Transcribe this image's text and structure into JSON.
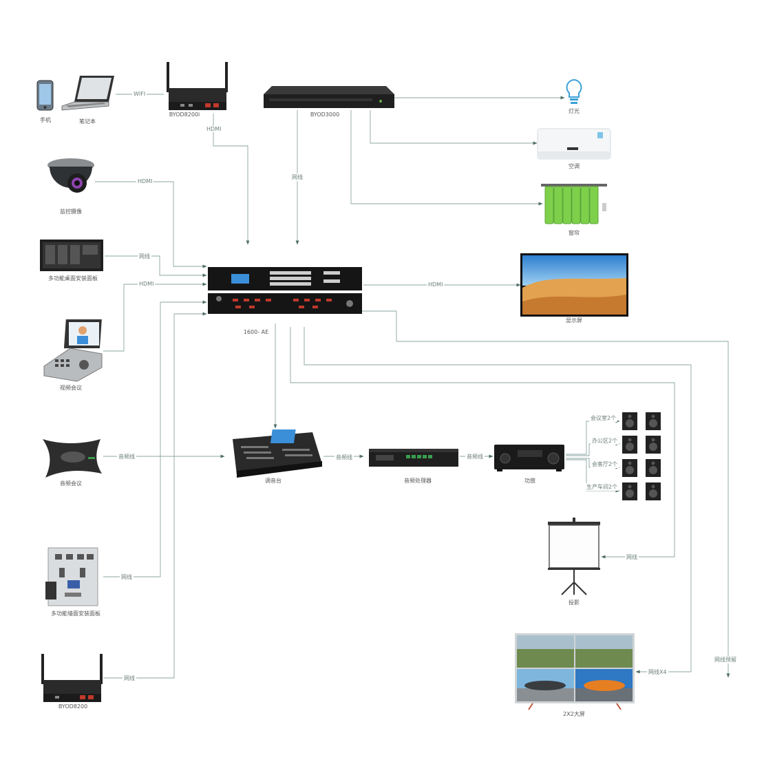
{
  "devices": {
    "phone": "手机",
    "laptop": "笔记本",
    "byod8200i": "BYOD8200i",
    "byod3000": "BYOD3000",
    "light": "灯光",
    "aircon": "空调",
    "curtain": "窗帘",
    "camera": "监控摄像",
    "desk_panel": "多功能桌面安装面板",
    "video_conf": "视频会议",
    "matrix": "1600- AE",
    "display": "显示屏",
    "audio_conf": "音频会议",
    "mixer": "调音台",
    "processor": "音频处理器",
    "amplifier": "功放",
    "wall_panel": "多功能墙面安装面板",
    "screen": "投影",
    "byod8200": "BYOD8200",
    "videowall": "2X2大屏"
  },
  "speakers": [
    "会议室2个",
    "办公区2个",
    "会客厅2个",
    "生产车间2个"
  ],
  "links": {
    "wifi": "WIFI",
    "hdmi_byod": "HDMI",
    "net_byod3000": "网线",
    "hdmi_camera": "HDMI",
    "net_desk": "网线",
    "hdmi_video": "HDMI",
    "hdmi_display": "HDMI",
    "audio_conf": "音频线",
    "audio_mixer": "音频线",
    "audio_proc": "音频线",
    "net_wall": "网线",
    "net_byod8200": "网线",
    "net_screen": "网线",
    "net_wall4": "网线X4",
    "net_reserve": "网线预留"
  },
  "colors": {
    "wire": "#8aa6a1",
    "arrow": "#4f6d68",
    "label": "#555555",
    "green": "#3a9e4e"
  }
}
